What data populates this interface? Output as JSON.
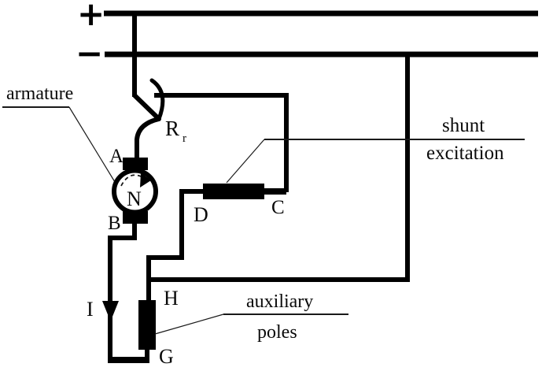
{
  "diagram": {
    "colors": {
      "line": "#000000",
      "background": "#ffffff",
      "text": "#0a0a0a"
    },
    "rails": {
      "plus": "+",
      "minus": "−"
    },
    "labels": {
      "armature": "armature",
      "shunt_line1": "shunt",
      "shunt_line2": "excitation",
      "aux_line1": "auxiliary",
      "aux_line2": "poles",
      "rheostat_main": "R",
      "rheostat_sub": "r",
      "rotation": "N",
      "current": "I",
      "terminal_a": "A",
      "terminal_b": "B",
      "terminal_c": "C",
      "terminal_d": "D",
      "terminal_g": "G",
      "terminal_h": "H"
    }
  }
}
